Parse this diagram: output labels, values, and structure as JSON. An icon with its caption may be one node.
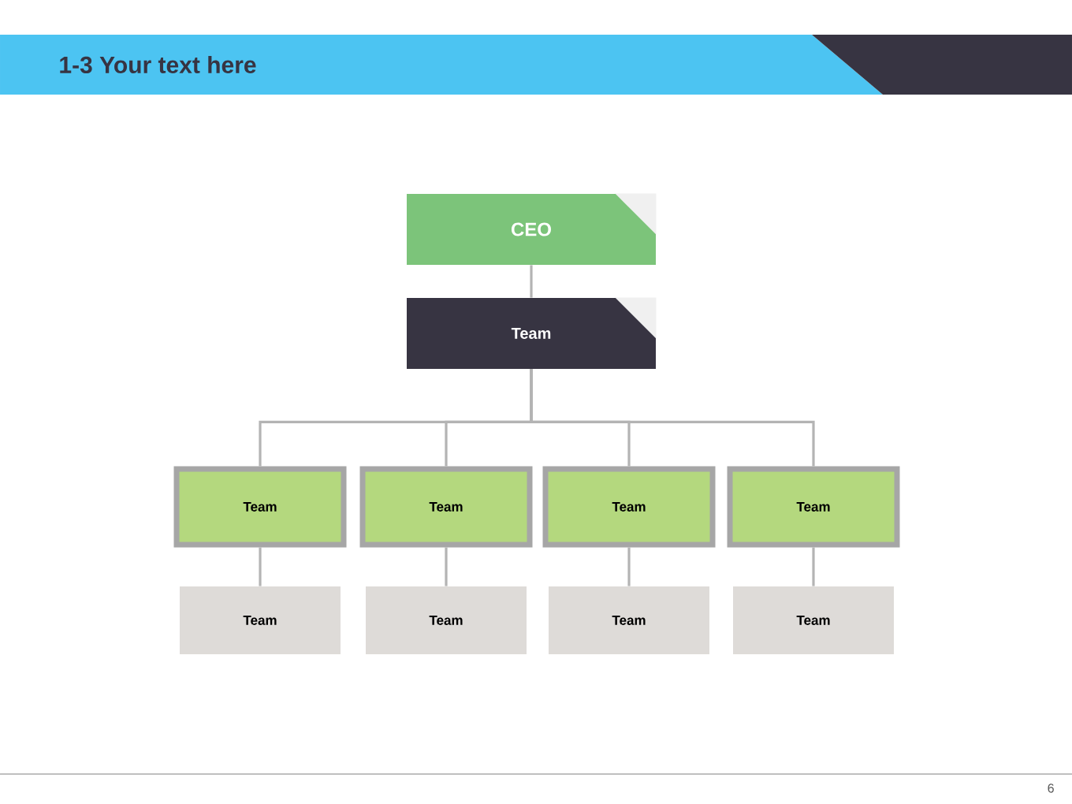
{
  "diagram": {
    "title": "1-3 Your text here",
    "nodes": [
      {
        "text": [
          "CEO"
        ]
      },
      {
        "text": [
          "Team"
        ]
      },
      {
        "text": [
          "Team"
        ]
      },
      {
        "text": [
          "Team"
        ]
      },
      {
        "text": [
          "Team"
        ]
      },
      {
        "text": [
          "Team"
        ]
      },
      {
        "text": [
          "Team"
        ]
      },
      {
        "text": [
          "Team"
        ]
      },
      {
        "text": [
          "Team"
        ]
      },
      {
        "text": [
          "Team"
        ]
      }
    ],
    "edges": [
      {
        "from": 0,
        "to": 1,
        "arrow": "none"
      },
      {
        "from": 1,
        "to": 2,
        "arrow": "none"
      },
      {
        "from": 1,
        "to": 3,
        "arrow": "none"
      },
      {
        "from": 1,
        "to": 4,
        "arrow": "none"
      },
      {
        "from": 1,
        "to": 5,
        "arrow": "none"
      },
      {
        "from": 2,
        "to": 6,
        "arrow": "none"
      },
      {
        "from": 3,
        "to": 7,
        "arrow": "none"
      },
      {
        "from": 4,
        "to": 8,
        "arrow": "none"
      },
      {
        "from": 5,
        "to": 9,
        "arrow": "none"
      }
    ],
    "labels": [
      "6"
    ]
  }
}
